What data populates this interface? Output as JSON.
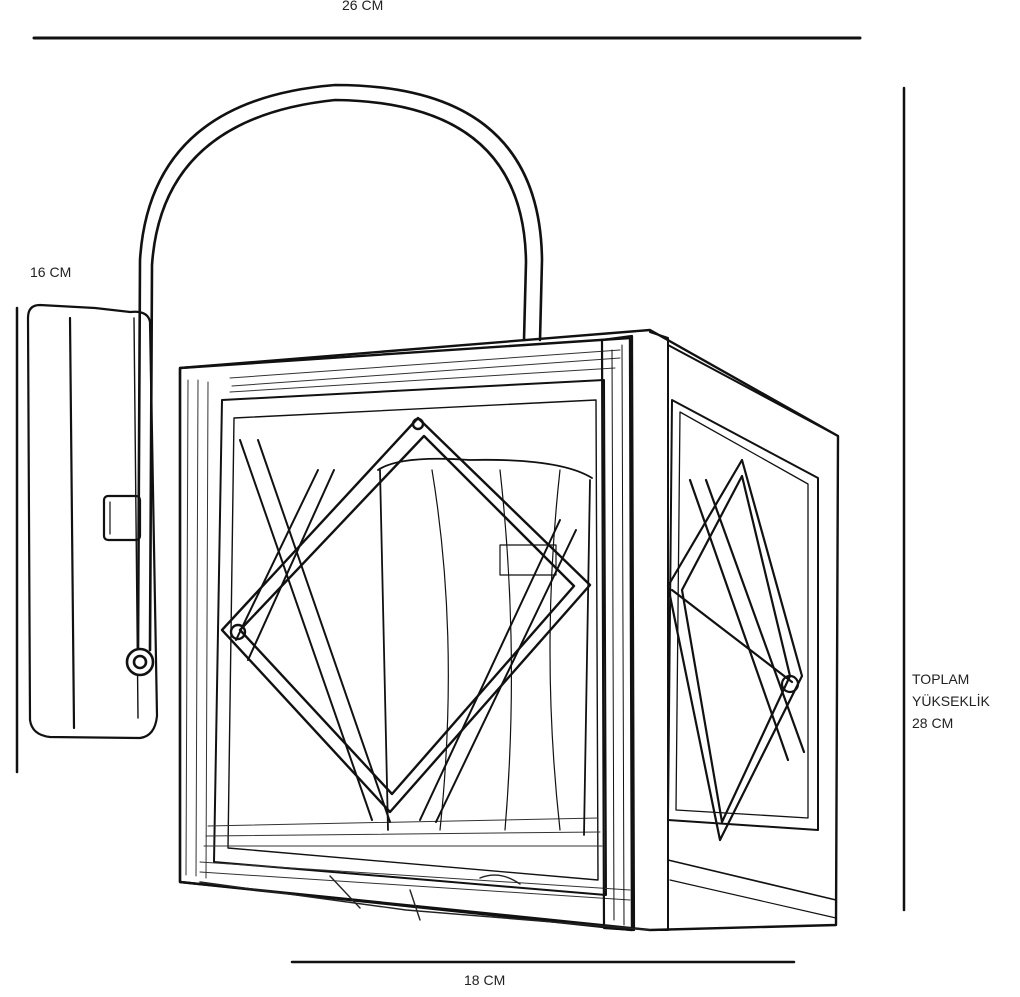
{
  "dimensions": {
    "width_label": "26 CM",
    "depth_label": "16 CM",
    "height_label_line1": "TOPLAM",
    "height_label_line2": "YÜKSEKLİK",
    "height_label_line3": "28 CM",
    "bottom_width_label": "18 CM"
  },
  "colors": {
    "line": "#111111",
    "wood_tone": "#3a3a3a",
    "background": "#ffffff"
  }
}
